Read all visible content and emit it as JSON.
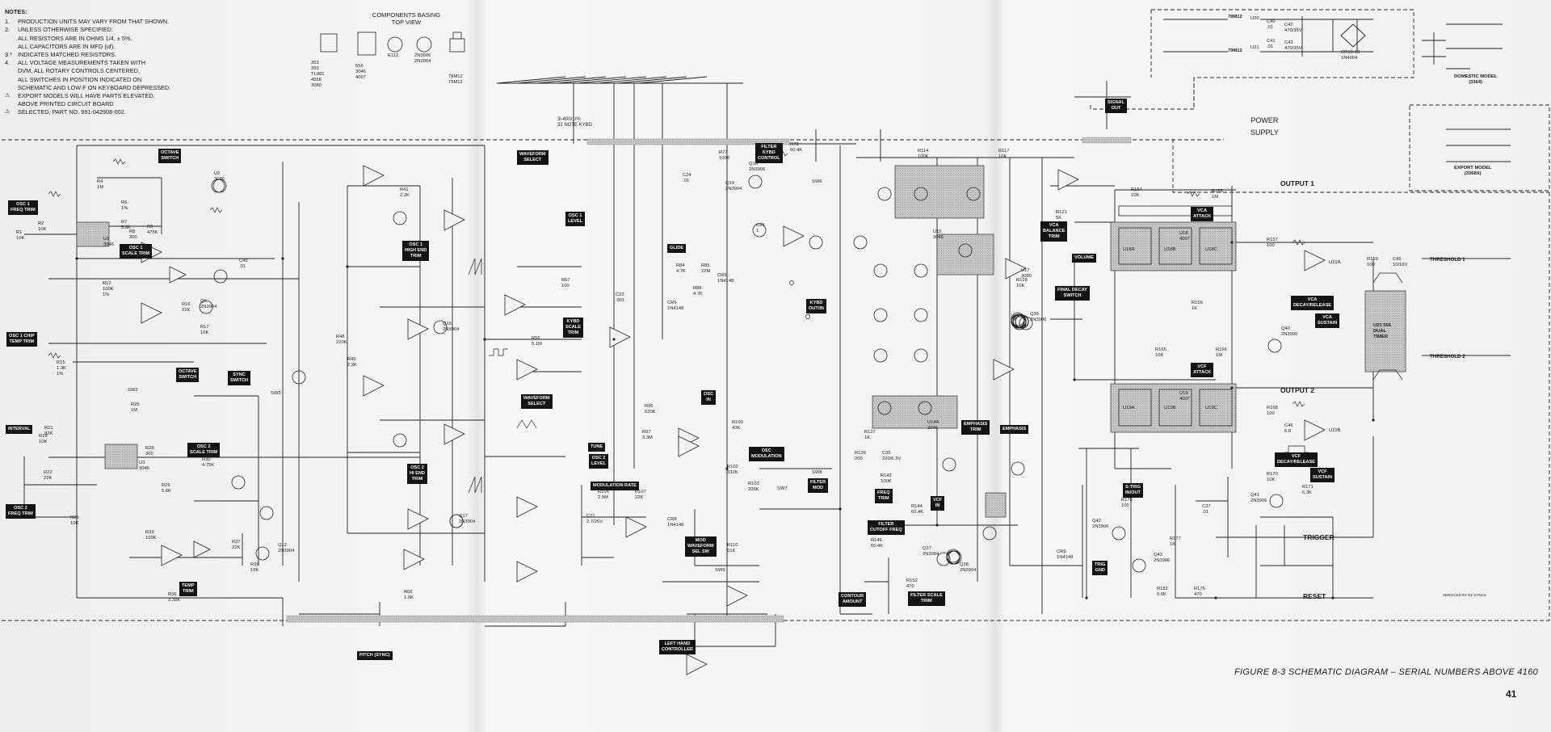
{
  "notes": {
    "heading": "NOTES:",
    "items": [
      {
        "n": "1.",
        "text": "PRODUCTION UNITS MAY VARY FROM THAT SHOWN."
      },
      {
        "n": "2.",
        "text": "UNLESS OTHERWISE SPECIFIED:"
      },
      {
        "n": "",
        "text": "ALL RESISTORS ARE IN OHMS 1/4, ± 5%."
      },
      {
        "n": "",
        "text": "ALL CAPACITORS ARE IN MFD (uf)."
      },
      {
        "n": "3.*",
        "text": "INDICATES MATCHED RESISTORS."
      },
      {
        "n": "4.",
        "text": "ALL VOLTAGE MEASUREMENTS TAKEN WITH"
      },
      {
        "n": "",
        "text": "DVM, ALL ROTARY CONTROLS CENTERED,"
      },
      {
        "n": "",
        "text": "ALL SWITCHES IN POSITION INDICATED ON"
      },
      {
        "n": "",
        "text": "SCHEMATIC AND LOW F ON KEYBOARD DEPRESSED."
      },
      {
        "n": "⚠",
        "text": "EXPORT MODELS WILL HAVE PARTS ELEVATED."
      },
      {
        "n": "",
        "text": "ABOVE PRINTED CIRCUIT BOARD"
      },
      {
        "n": "⚠",
        "text": "SELECTED, PART NO. 991-042908-002."
      }
    ]
  },
  "components_basing": {
    "title_1": "COMPONENTS BASING",
    "title_2": "TOP VIEW",
    "pkg_a": [
      "353",
      "393",
      "TL081",
      "4558",
      "3080"
    ],
    "pkg_b": [
      "556",
      "3046",
      "4007"
    ],
    "pkg_c": [
      "E112"
    ],
    "pkg_d": [
      "2N3906",
      "2N3904"
    ],
    "pkg_e": [
      "78M12",
      "79M12"
    ]
  },
  "labels": {
    "octave_switch": "OCTAVE\nSWITCH",
    "osc1_freq_trim": "OSC 1\nFREQ TRIM",
    "osc1_scale_trim": "OSC 1\nSCALE TRIM",
    "osc1_chip_temp_trim": "OSC 1 CHIP\nTEMP TRIM",
    "octave_switch_2": "OCTAVE\nSWITCH",
    "sync_switch": "SYNC\nSWITCH",
    "interval": "INTERVAL",
    "osc2_scale_trim": "OSC 2\nSCALE TRIM",
    "osc2_freq_trim": "OSC 2\nFREQ TRIM",
    "temp_trim": "TEMP\nTRIM",
    "osc1_high_end_trim": "OSC 1\nHIGH END\nTRIM",
    "osc2_hi_end_trim": "OSC 2\nHI END\nTRIM",
    "waveform_select_1": "WAVEFORM\nSELECT",
    "osc1_level": "OSC 1\nLEVEL",
    "kybd_scale_trim": "KYBD\nSCALE\nTRIM",
    "waveform_select_2": "WAVEFORM\nSELECT",
    "osc2_level": "OSC 2\nLEVEL",
    "tune": "TUNE",
    "modulation_rate": "MODULATION RATE",
    "mod_waveform_sel": "MOD\nWAVEFORM\nSEL SW",
    "left_hand_controller": "LEFT HAND\nCONTROLLER",
    "pitch_sync": "PITCH (SYNC)",
    "filter_kybd_control": "FILTER\nKYBD\nCONTROL",
    "glide": "GLIDE",
    "kybd_out_in": "KYBD\nOUT/IN",
    "osc_in": "OSC\nIN",
    "osc_modulation": "OSC\nMODULATION",
    "filter_mod": "FILTER\nMOD",
    "freq_trim": "FREQ\nTRIM",
    "filter_cutoff_freq": "FILTER\nCUTOFF FREQ",
    "contour_amount": "CONTOUR\nAMOUNT",
    "filter_scale_trim": "FILTER SCALE\nTRIM",
    "vcf_in": "VCF\nIN",
    "emphasis_trim": "EMPHASIS\nTRIM",
    "emphasis": "EMPHASIS",
    "signal_out": "SIGNAL\nOUT",
    "vca_balance_trim": "VCA\nBALANCE\nTRIM",
    "volume": "VOLUME",
    "final_decay_switch": "FINAL DECAY\nSWITCH",
    "vca_attack": "VCA\nATTACK",
    "vca_decay_release": "VCA\nDECAY/RELEASE",
    "vca_sustain": "VCA\nSUSTAIN",
    "vcf_attack": "VCF\nATTACK",
    "vcf_decay_release": "VCF\nDECAY/RELEASE",
    "vcf_sustain": "VCF\nSUSTAIN",
    "s_trig_in_out": "S-TRIG\nIN/OUT",
    "trig_gnd": "TRIG\nGND",
    "dual_timer": "U23 556\nDUAL\nTIMER"
  },
  "sections": {
    "power_supply": "POWER\nSUPPLY",
    "output_1": "OUTPUT 1",
    "output_2": "OUTPUT 2",
    "trigger": "TRIGGER",
    "reset": "RESET",
    "threshold_1": "THRESHOLD 1",
    "threshold_2": "THRESHOLD 2",
    "domestic_model": "DOMESTIC MODEL\n(3364)",
    "export_model": "EXPORT MODEL\n(3368X)",
    "keyboard": "3i-400/1/%\n32 NOTE KYBD"
  },
  "components": {
    "r1": "R1\n10K",
    "r2": "R2\n10K",
    "r4": "R4\n1M",
    "r6": "R6\n1%",
    "r7": "R7\n5.6K",
    "r8": "R8\n300",
    "r9": "R9\n475K",
    "r12": "R12\n100K\n1%",
    "r15": "R15\n1.3K\n1%",
    "r16": "R16\n22K",
    "r17": "R17\n10K",
    "r19": "R19\n10K",
    "r21": "R21\n82K",
    "r22": "R22\n22K",
    "r23": "R23\n10K",
    "r25": "R25\n1M",
    "r28": "R28\n300",
    "r29": "R29\n5.6K",
    "r30": "R30\n4.75K",
    "r33": "R33\n100K",
    "r36": "R36\n3.32K",
    "r37": "R37\n22K",
    "r39": "R39\n10K",
    "r41": "R41\n2.2K",
    "r48": "R48\n220K",
    "r49": "R49\n2.2K",
    "r56": "R56\n5.1M",
    "r57": "R57\n100",
    "r66": "R66\n1.6K",
    "r77": "R77\n100K",
    "r78": "R78\n60.4K",
    "r84": "R84\n4.7K",
    "r85": "R85\n22M",
    "r88": "R88\n4.7K",
    "r96": "R96\n620K",
    "r97": "R97\n3.3M",
    "r100": "R100\n43K",
    "r102": "R102\n332K",
    "r103": "R103\n205K",
    "r106": "R106\n2.5M",
    "r107": "R107\n22K",
    "r110": "R110\n51K",
    "r114": "R114\n100K",
    "r117": "R117\n10K",
    "r121": "R121\n5K",
    "r128": "R128\n10K",
    "r137": "R137\n1K",
    "r139": "R139\n200",
    "r142": "R142\n100K",
    "r144": "R144\n60.4K",
    "r146": "R146\n60.4K",
    "r152": "R152\n470",
    "r154": "R154\n10K",
    "r155": "R155\n1M",
    "r156": "R156\n1K",
    "r157": "R157\n100",
    "r159": "R159\n100",
    "r165": "R165\n10K",
    "r166": "R166\n1M",
    "r168": "R168\n100",
    "r170": "R170\n10K",
    "r171": "R171\n6.3K",
    "r175": "R175\n100",
    "r177": "R177\n1K",
    "r182": "R182\n5.6K",
    "r176": "R176\n470",
    "c40": "C40\n.01",
    "c41": "C41\n.01",
    "c42": "C42\n470/35V",
    "c43": "C43\n470/35V",
    "c45": "C45\n10/16V",
    "c46": "C46\n6.8",
    "c49": "C49\n.01",
    "c35": "C35\n220/6.3V",
    "c37": "C37\n.01",
    "c21": "C21\n2.7/25V",
    "c22": "C22\n.001",
    "c24": "C24\n.01",
    "c25": "C25\n1",
    "q18": "Q18\n2N3906",
    "q19": "Q19\n2N3904",
    "q39": "Q39\n2N3906",
    "q40": "Q40\n2N3906",
    "q41": "Q41\n2N3906",
    "q42": "Q42\n2N3906",
    "q43": "Q43\n2N3906",
    "q6": "Q6\n2N3904",
    "q12": "Q12\n2N3904",
    "q15": "Q15\n2N3904",
    "q17": "Q17\n2N3904",
    "q37": "Q37\n2N3904",
    "q38": "Q38\n2N3904",
    "u1": "U1\n3046",
    "u2": "U2\n3046",
    "u3": "U3\n3046",
    "u14a": "U14A\n3046",
    "u15": "U15\n3046",
    "u18a": "U18A",
    "u18b": "U18B",
    "u18c": "U18C",
    "u19a": "U19A",
    "u19b": "U19B",
    "u19c": "U19C",
    "u18": "U18\n4007",
    "u19": "U19\n4007",
    "u22a": "U22A",
    "u22b": "U22B",
    "u17": "U17\n3080",
    "cr5": "CR5\n1N4148",
    "cr6": "CR6\n1N4148",
    "cr8": "CR8\n1N4148",
    "cr9": "CR9\n1N4148",
    "crx": "CR10-13\n1N4004",
    "u20": "U20",
    "u21": "U21",
    "reg1": "78M12",
    "reg2": "79M12",
    "sw6": "SW6",
    "sw7": "SW7",
    "sw8": "SW8",
    "sw9": "SW9",
    "sw3": "SW3",
    "sw2": "SW2"
  },
  "footer": {
    "figure_caption": "FIGURE 8-3 SCHEMATIC DIAGRAM – SERIAL NUMBERS ABOVE 4160",
    "page_number": "41",
    "credit": "SERVICED BY EZ SYNCS"
  }
}
